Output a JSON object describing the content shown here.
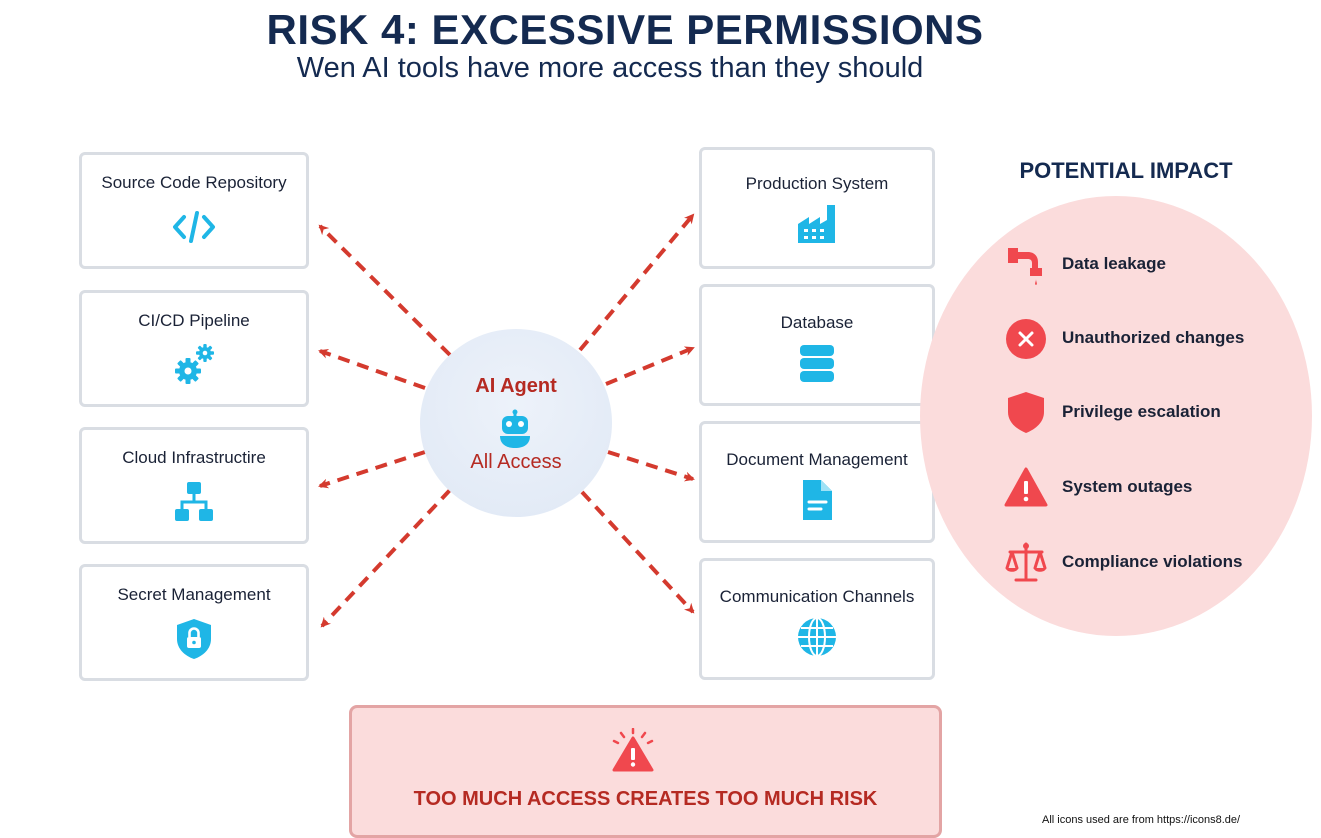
{
  "title": "RISK 4: EXCESSIVE PERMISSIONS",
  "subtitle": "Wen AI tools have more access than they should",
  "agent": {
    "name": "AI Agent",
    "access": "All Access",
    "icon": "robot-icon"
  },
  "left_systems": [
    {
      "label": "Source Code Repository",
      "icon": "code-icon"
    },
    {
      "label": "CI/CD Pipeline",
      "icon": "gears-icon"
    },
    {
      "label": "Cloud Infrastructire",
      "icon": "network-icon"
    },
    {
      "label": "Secret Management",
      "icon": "shield-lock-icon"
    }
  ],
  "right_systems": [
    {
      "label": "Production System",
      "icon": "factory-icon"
    },
    {
      "label": "Database",
      "icon": "database-icon"
    },
    {
      "label": "Document Management",
      "icon": "document-icon"
    },
    {
      "label": "Communication Channels",
      "icon": "globe-icon"
    }
  ],
  "impact": {
    "title": "POTENTIAL IMPACT",
    "items": [
      {
        "label": "Data leakage",
        "icon": "leaking-pipe-icon"
      },
      {
        "label": "Unauthorized changes",
        "icon": "x-circle-icon"
      },
      {
        "label": "Privilege escalation",
        "icon": "shield-icon"
      },
      {
        "label": "System outages",
        "icon": "warning-icon"
      },
      {
        "label": "Compliance violations",
        "icon": "scales-icon"
      }
    ]
  },
  "banner": {
    "text": "TOO MUCH ACCESS CREATES TOO MUCH RISK",
    "icon": "alarm-warning-icon"
  },
  "footer": "All icons used are from https://icons8.de/",
  "colors": {
    "icon_blue": "#1fb6e6",
    "risk_red": "#f0484e",
    "arrow_red": "#d43a2e",
    "navy": "#142a50"
  }
}
